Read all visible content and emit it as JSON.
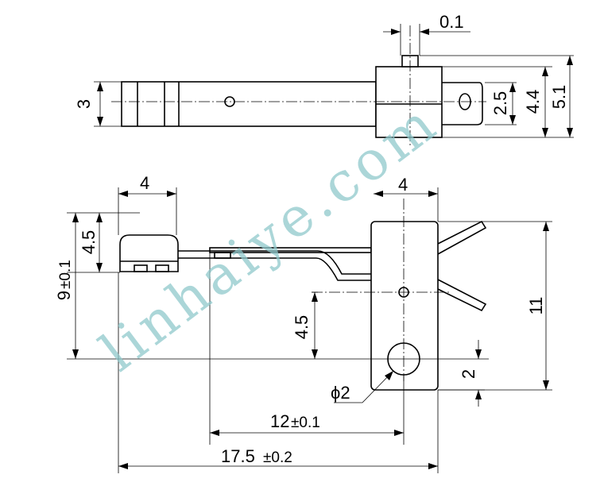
{
  "watermark": "linhaiye.com",
  "dimensions": {
    "top_gap": "0.1",
    "top_height_3": "3",
    "top_2_5": "2.5",
    "top_4_4": "4.4",
    "top_5_1": "5.1",
    "front_width_4_left": "4",
    "front_width_4_right": "4",
    "front_4_5_upper": "4.5",
    "front_9": "9",
    "front_9_tol": "±0.1",
    "front_4_5_lower": "4.5",
    "front_11": "11",
    "front_2": "2",
    "hole_dia": "ϕ2",
    "len_12": "12",
    "len_12_tol": "±0.1",
    "len_17_5": "17.5",
    "len_17_5_tol": "±0.2"
  }
}
